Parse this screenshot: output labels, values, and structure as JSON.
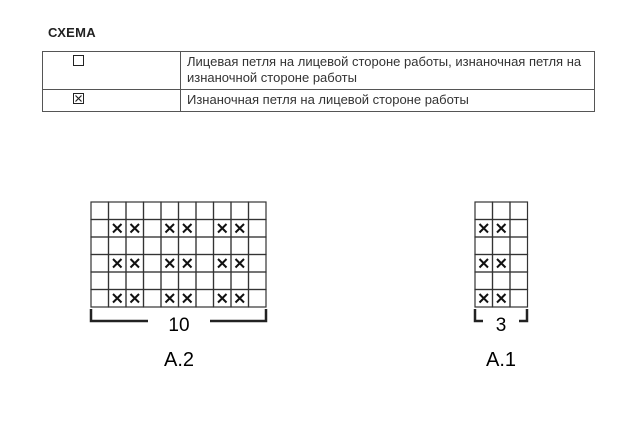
{
  "schema_title": "СХЕМА",
  "legend": [
    {
      "symbol": "empty-square-icon",
      "text": "Лицевая петля на лицевой стороне работы, изнаночная петля на изнаночной стороне работы"
    },
    {
      "symbol": "crossed-square-icon",
      "text": "Изнаночная петля на лицевой стороне работы"
    }
  ],
  "charts": [
    {
      "name": "A.2",
      "width_label": "10",
      "grid": [
        "..........",
        ".XX.XX.XX.",
        "..........",
        ".XX.XX.XX.",
        "..........",
        ".XX.XX.XX."
      ]
    },
    {
      "name": "A.1",
      "width_label": "3",
      "grid": [
        "...",
        "XX.",
        "...",
        "XX.",
        "...",
        "XX."
      ]
    }
  ],
  "colors": {
    "line": "#333333",
    "text": "#222222"
  }
}
